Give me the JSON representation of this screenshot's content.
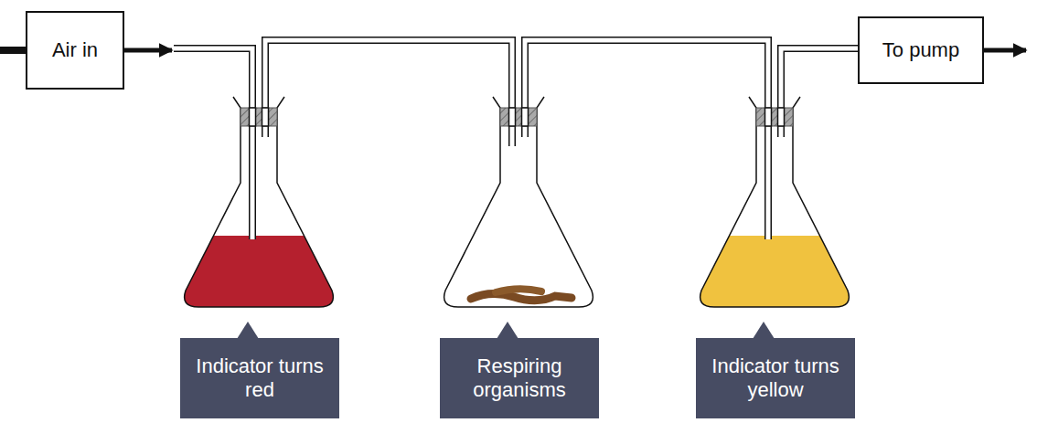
{
  "diagram": {
    "nodes": [
      {
        "text": [
          "Air in"
        ]
      },
      {
        "text": [
          "To pump"
        ]
      },
      {
        "text": [
          "Indicator turns red"
        ]
      },
      {
        "text": [
          "Respiring organisms"
        ]
      },
      {
        "text": [
          "Indicator turns yellow"
        ]
      }
    ]
  }
}
